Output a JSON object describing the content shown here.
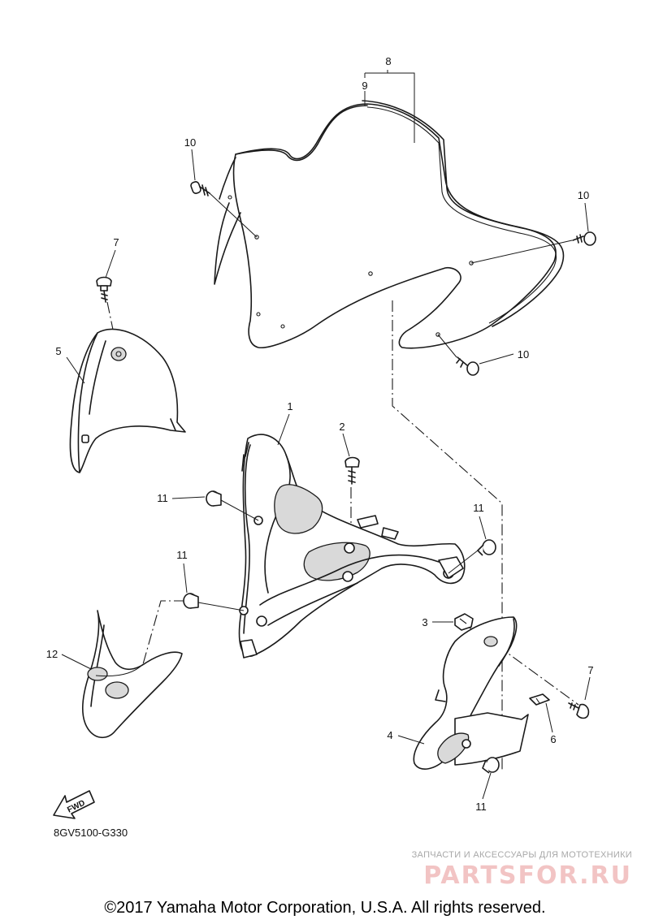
{
  "callouts": {
    "c1": "1",
    "c2": "2",
    "c3": "3",
    "c4": "4",
    "c5": "5",
    "c6": "6",
    "c7a": "7",
    "c7b": "7",
    "c8": "8",
    "c9": "9",
    "c10a": "10",
    "c10b": "10",
    "c10c": "10",
    "c11a": "11",
    "c11b": "11",
    "c11c": "11",
    "c11d": "11",
    "c12": "12"
  },
  "fwd_label": "FWD",
  "diagram_code": "8GV5100-G330",
  "watermark": {
    "tagline": "ЗАПЧАСТИ И АКСЕССУАРЫ ДЛЯ МОТОТЕХНИКИ",
    "brand": "PARTSFOR.RU"
  },
  "copyright": "©2017 Yamaha Motor Corporation, U.S.A. All rights reserved."
}
